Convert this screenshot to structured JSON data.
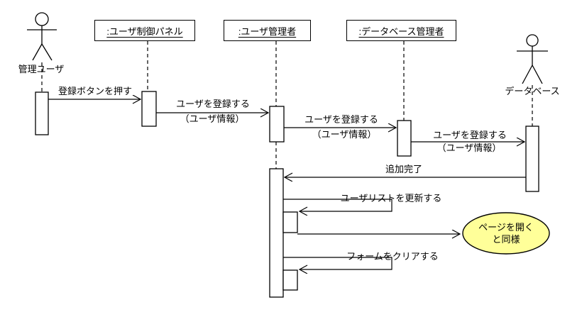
{
  "diagram": {
    "type": "uml-sequence-diagram",
    "actors": {
      "admin_user": {
        "label": "管理ユーザ"
      },
      "database": {
        "label": "データベース"
      }
    },
    "objects": {
      "user_control_panel": {
        "label": ":ユーザ制御パネル"
      },
      "user_manager": {
        "label": ":ユーザ管理者"
      },
      "db_manager": {
        "label": ":データベース管理者"
      }
    },
    "messages": {
      "press_register_button": {
        "label": "登録ボタンを押す"
      },
      "register_user_1": {
        "label": "ユーザを登録する",
        "param": "（ユーザ情報）"
      },
      "register_user_2": {
        "label": "ユーザを登録する",
        "param": "（ユーザ情報）"
      },
      "register_user_3": {
        "label": "ユーザを登録する",
        "param": "（ユーザ情報）"
      },
      "add_complete": {
        "label": "追加完了"
      },
      "update_user_list": {
        "label": "ユーザリストを更新する"
      },
      "clear_form": {
        "label": "フォームをクリアする"
      }
    },
    "note": {
      "line1": "ページを開く",
      "line2": "と同様",
      "fill": "#FFFF99"
    }
  },
  "colors": {
    "background": "#FFFFFF",
    "line": "#000000",
    "note_fill": "#FFFF99"
  }
}
